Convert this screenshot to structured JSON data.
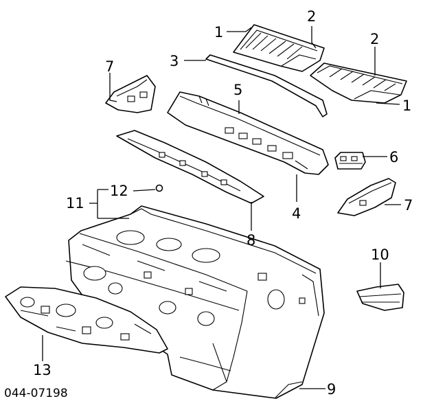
{
  "diagram": {
    "callouts": {
      "c1a": "1",
      "c1b": "1",
      "c2a": "2",
      "c2b": "2",
      "c3": "3",
      "c4": "4",
      "c5": "5",
      "c6": "6",
      "c7a": "7",
      "c7b": "7",
      "c8": "8",
      "c9": "9",
      "c10": "10",
      "c11": "11",
      "c12": "12",
      "c13": "13"
    },
    "drawing_code": "044-07198"
  }
}
